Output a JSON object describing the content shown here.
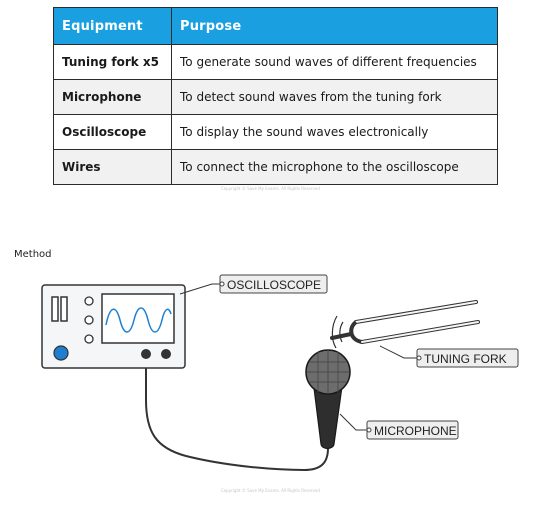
{
  "table": {
    "headers": [
      "Equipment",
      "Purpose"
    ],
    "rows": [
      {
        "equipment": "Tuning fork x5",
        "purpose": "To generate sound waves of different frequencies"
      },
      {
        "equipment": "Microphone",
        "purpose": "To detect sound waves from the tuning fork"
      },
      {
        "equipment": "Oscilloscope",
        "purpose": "To display the sound waves electronically"
      },
      {
        "equipment": "Wires",
        "purpose": "To connect the microphone to the oscilloscope"
      }
    ]
  },
  "copyright": "Copyright © Save My Exams. All Rights Reserved",
  "method_label": "Method",
  "diagram": {
    "labels": {
      "oscilloscope": "OSCILLOSCOPE",
      "tuning_fork": "TUNING  FORK",
      "microphone": "MICROPHONE"
    }
  },
  "colors": {
    "header": "#1aa0e0",
    "knob": "#1e7fd0",
    "device": "#f4f6f8"
  }
}
